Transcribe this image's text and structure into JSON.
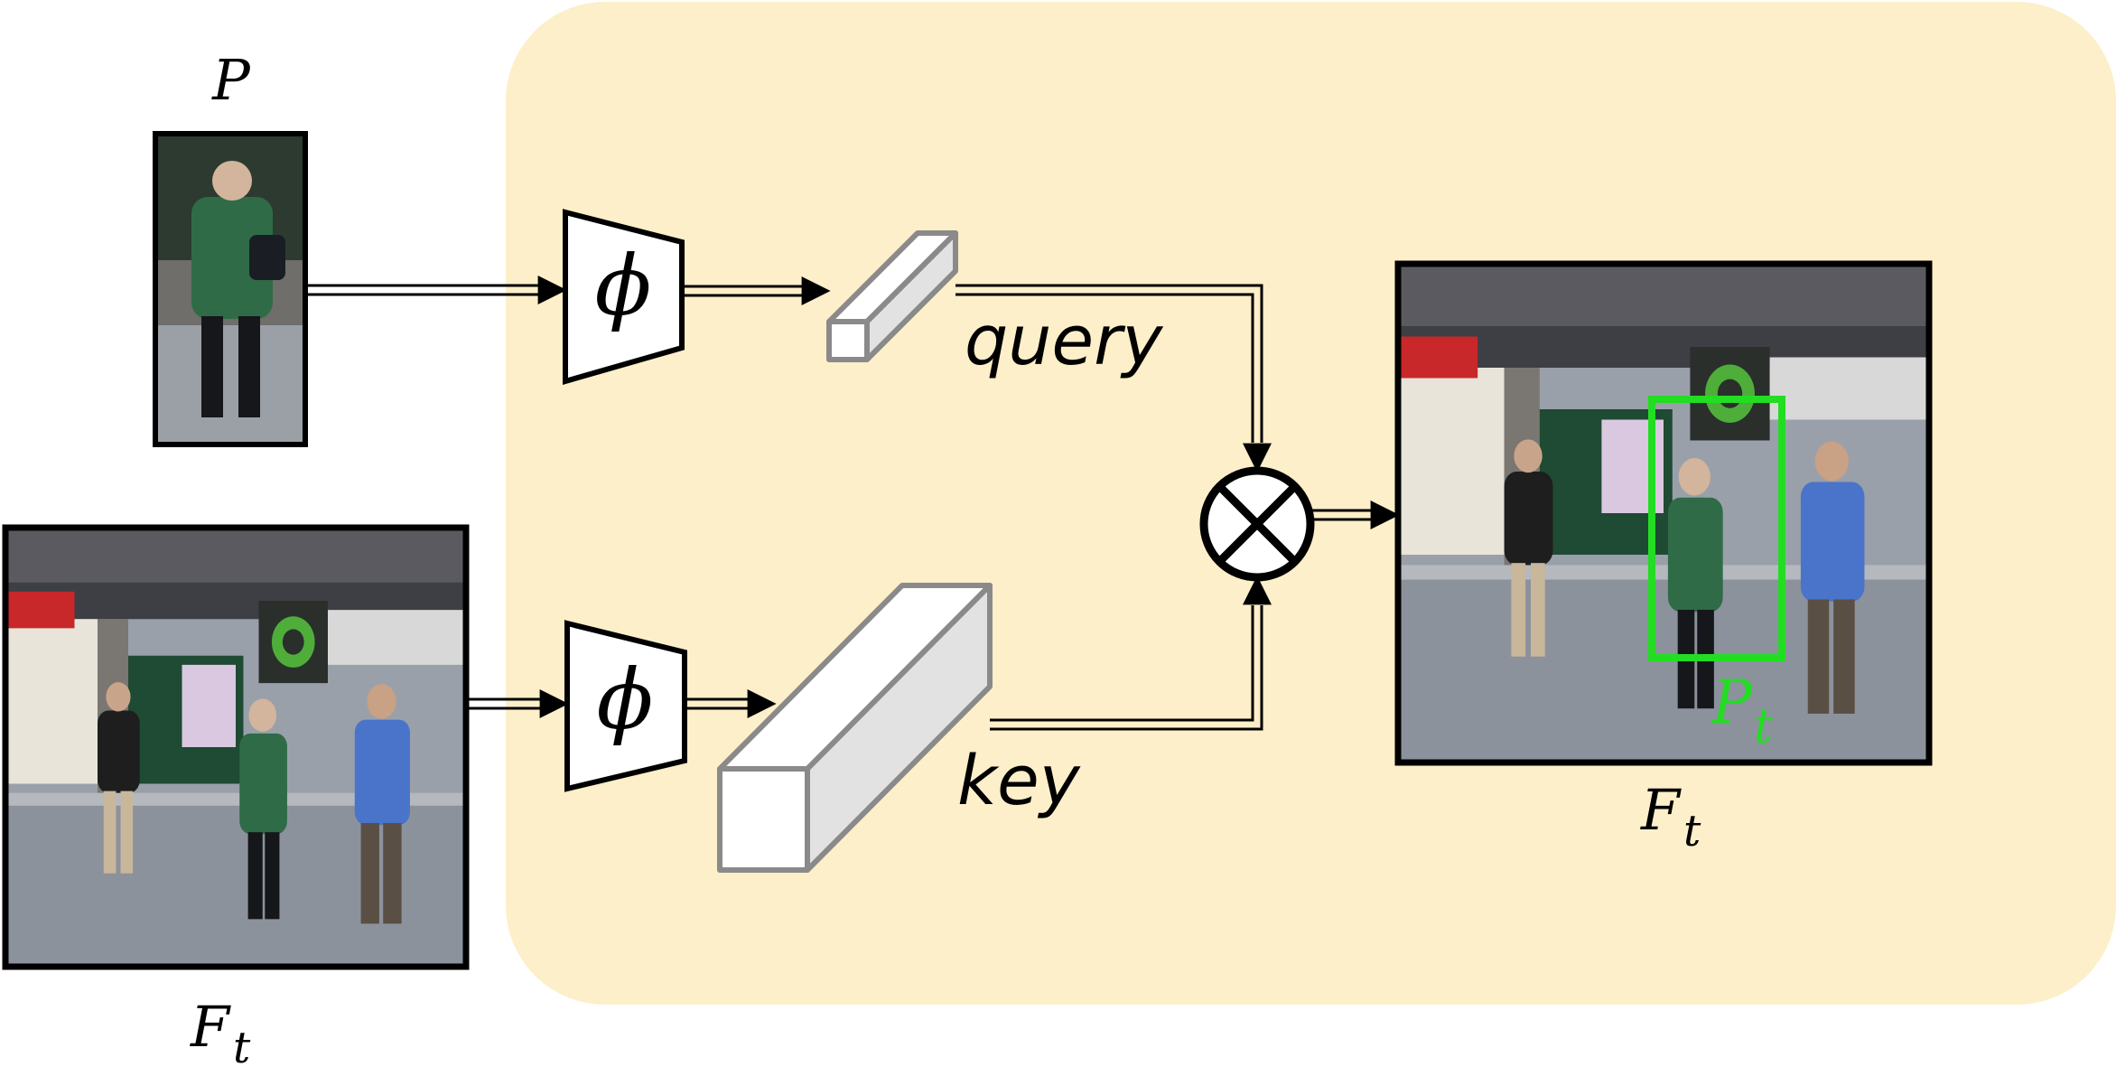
{
  "labels": {
    "template": "P",
    "frame_left": "F",
    "frame_left_sub": "t",
    "frame_right": "F",
    "frame_right_sub": "t",
    "query": "query",
    "key": "key",
    "phi_top": "ϕ",
    "phi_bottom": "ϕ",
    "detection": "P",
    "detection_sub": "t"
  },
  "colors": {
    "panel_background": "#fcefc9",
    "detection_box": "#22dd22",
    "arrow": "#000000",
    "block_outline": "#8a8a8a"
  },
  "icons": {
    "operator": "otimes-icon"
  }
}
